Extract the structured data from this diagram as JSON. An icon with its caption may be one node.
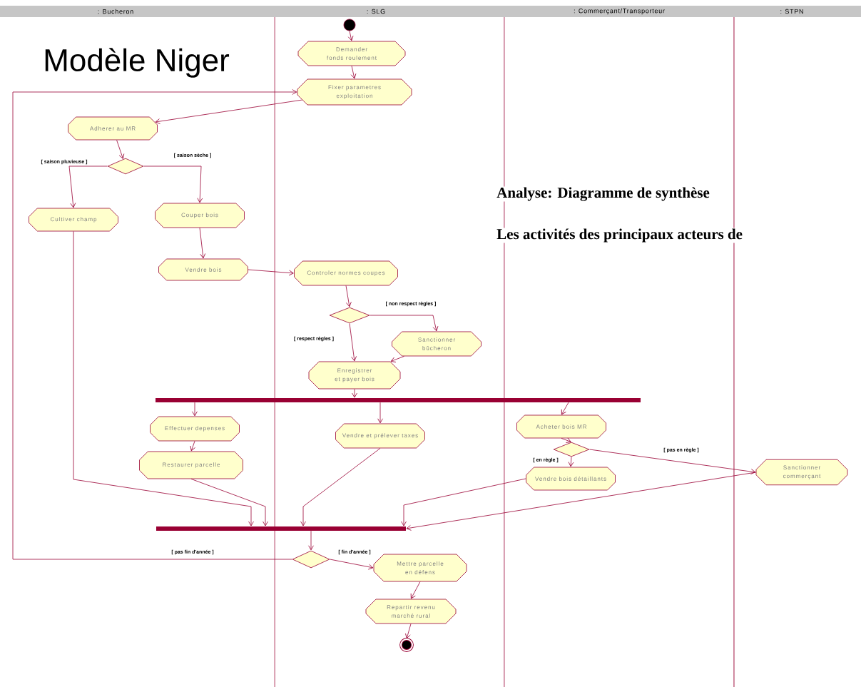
{
  "diagram": {
    "title": "Modèle Niger",
    "nodes": [
      {
        "text": [],
        "shape": "circle"
      },
      {
        "text": [
          "Demander fonds roulement"
        ]
      },
      {
        "text": [
          "Fixer parametres exploitation"
        ]
      },
      {
        "text": [
          "Adherer au MR"
        ]
      },
      {
        "text": [],
        "shape": "diamond"
      },
      {
        "text": [
          "Cultiver champ"
        ]
      },
      {
        "text": [
          "Couper bois"
        ]
      },
      {
        "text": [
          "Vendre bois"
        ]
      },
      {
        "text": [
          "Controler normes coupes"
        ]
      },
      {
        "text": [],
        "shape": "diamond"
      },
      {
        "text": [
          "Sanctionner bûcheron"
        ]
      },
      {
        "text": [
          "Enregistrer et payer bois"
        ]
      },
      {
        "text": [],
        "shape": "bar"
      },
      {
        "text": [
          "Effectuer depenses"
        ]
      },
      {
        "text": [
          "Restaurer parcelle"
        ]
      },
      {
        "text": [
          "Vendre et prélever taxes"
        ]
      },
      {
        "text": [
          "Acheter bois MR"
        ]
      },
      {
        "text": [],
        "shape": "diamond"
      },
      {
        "text": [
          "Vendre bois détaillants"
        ]
      },
      {
        "text": [
          "Sanctionner commerçant"
        ]
      },
      {
        "text": [],
        "shape": "bar"
      },
      {
        "text": [],
        "shape": "diamond"
      },
      {
        "text": [
          "Mettre parcelle en défens"
        ]
      },
      {
        "text": [
          "Repartir revenu marché rural"
        ]
      },
      {
        "text": [],
        "shape": "circle"
      }
    ],
    "edges": [
      {
        "from": 0,
        "to": 1,
        "arrow": "to"
      },
      {
        "from": 1,
        "to": 2,
        "arrow": "to"
      },
      {
        "from": 2,
        "to": 3,
        "arrow": "to"
      },
      {
        "from": 3,
        "to": 4,
        "arrow": "to"
      },
      {
        "from": 4,
        "to": 5,
        "arrow": "to",
        "label": "[ saison pluvieuse ]"
      },
      {
        "from": 4,
        "to": 6,
        "arrow": "to",
        "label": "[ saison sèche ]"
      },
      {
        "from": 5,
        "to": 20,
        "arrow": "to"
      },
      {
        "from": 6,
        "to": 7,
        "arrow": "to"
      },
      {
        "from": 7,
        "to": 8,
        "arrow": "to"
      },
      {
        "from": 8,
        "to": 9,
        "arrow": "to"
      },
      {
        "from": 9,
        "to": 10,
        "arrow": "to",
        "label": "[ non respect règles ]"
      },
      {
        "from": 9,
        "to": 11,
        "arrow": "to",
        "label": "[ respect règles ]"
      },
      {
        "from": 10,
        "to": 11,
        "arrow": "to"
      },
      {
        "from": 11,
        "to": 12,
        "arrow": "to"
      },
      {
        "from": 12,
        "to": 13,
        "arrow": "to"
      },
      {
        "from": 12,
        "to": 15,
        "arrow": "to"
      },
      {
        "from": 12,
        "to": 16,
        "arrow": "to"
      },
      {
        "from": 13,
        "to": 14,
        "arrow": "to"
      },
      {
        "from": 14,
        "to": 20,
        "arrow": "to"
      },
      {
        "from": 15,
        "to": 20,
        "arrow": "to"
      },
      {
        "from": 16,
        "to": 17,
        "arrow": "to"
      },
      {
        "from": 17,
        "to": 18,
        "arrow": "to",
        "label": "[ en règle ]"
      },
      {
        "from": 17,
        "to": 19,
        "arrow": "to",
        "label": "[ pas en règle ]"
      },
      {
        "from": 18,
        "to": 20,
        "arrow": "to"
      },
      {
        "from": 19,
        "to": 20,
        "arrow": "to"
      },
      {
        "from": 20,
        "to": 21,
        "arrow": "to"
      },
      {
        "from": 21,
        "to": 22,
        "arrow": "to",
        "label": "[ fin d'année ]"
      },
      {
        "from": 21,
        "to": 2,
        "arrow": "to",
        "label": "[ pas fin d'année ]"
      },
      {
        "from": 22,
        "to": 23,
        "arrow": "to"
      },
      {
        "from": 23,
        "to": 24,
        "arrow": "to"
      }
    ],
    "labels": [
      ": Bucheron",
      ": SLG",
      ": Commerçant/Transporteur",
      ": STPN",
      "Analyse: Diagramme de synthèse",
      "Les activités des principaux acteurs de"
    ]
  }
}
